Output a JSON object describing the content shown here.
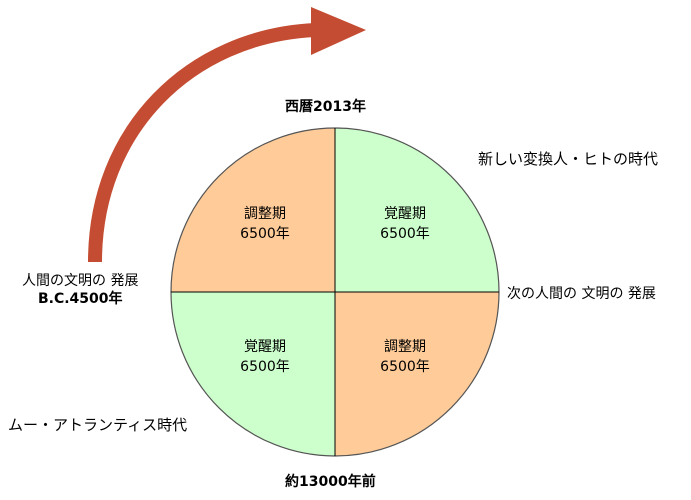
{
  "colors": {
    "arrow": "#C44C32",
    "adjust": "#FFCC99",
    "awaken": "#CCFFCC",
    "outline": "#555555"
  },
  "labels": {
    "top": "西暦2013年",
    "bottom": "約13000年前",
    "left_line1": "人間の文明の 発展",
    "left_line2": "B.C.4500年",
    "right": "次の人間の 文明の 発展",
    "upper_right": "新しい変換人・ヒトの時代",
    "lower_left": "ムー・アトランティス時代"
  },
  "quadrants": {
    "top_left": {
      "name": "調整期",
      "years": "6500年"
    },
    "top_right": {
      "name": "覚醒期",
      "years": "6500年"
    },
    "bottom_left": {
      "name": "覚醒期",
      "years": "6500年"
    },
    "bottom_right": {
      "name": "調整期",
      "years": "6500年"
    }
  }
}
